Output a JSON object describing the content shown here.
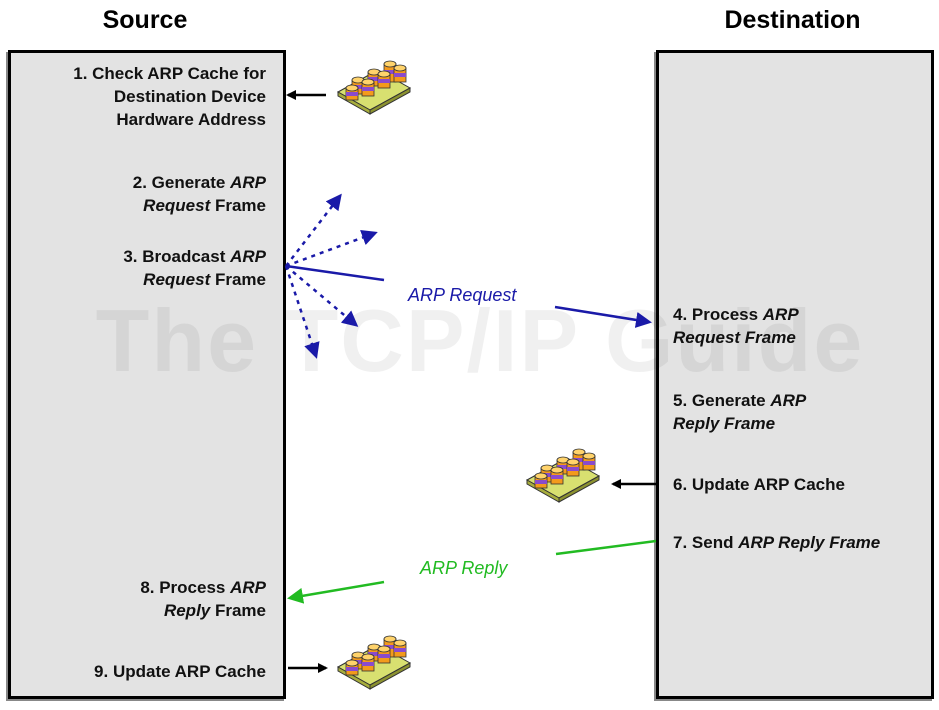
{
  "headers": {
    "source": "Source",
    "destination": "Destination"
  },
  "watermark": "The TCP/IP Guide",
  "steps": {
    "s1": {
      "l1": "1. Check ARP Cache for",
      "l2": "Destination Device",
      "l3": "Hardware Address"
    },
    "s2": {
      "prefix": "2. Generate ",
      "it1": "ARP",
      "it2": "Request",
      "suffix": " Frame"
    },
    "s3": {
      "prefix": "3. Broadcast ",
      "it1": "ARP",
      "it2": "Request",
      "suffix": " Frame"
    },
    "s4": {
      "prefix": "4. Process ",
      "it1": "ARP",
      "it2": "Request Frame"
    },
    "s5": {
      "prefix": "5. Generate ",
      "it1": "ARP",
      "it2": "Reply Frame"
    },
    "s6": {
      "text": "6. Update ARP Cache"
    },
    "s7": {
      "prefix": "7. Send ",
      "it": "ARP Reply Frame"
    },
    "s8": {
      "prefix": "8. Process ",
      "it1": "ARP",
      "it2": "Reply",
      "suffix": " Frame"
    },
    "s9": {
      "text": "9. Update ARP Cache"
    }
  },
  "messages": {
    "request": "ARP Request",
    "reply": "ARP Reply"
  },
  "colors": {
    "request": "#1a1aa8",
    "reply": "#22bb22",
    "panel": "#e3e3e3"
  },
  "icons": [
    "cache-icon-source-check",
    "cache-icon-destination-update",
    "cache-icon-source-update"
  ]
}
